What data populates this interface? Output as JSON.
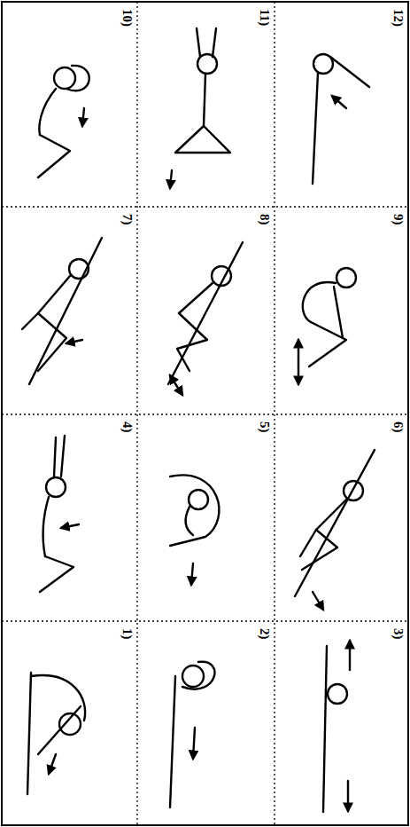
{
  "diagram": {
    "labels": [
      "1)",
      "2)",
      "3)",
      "4)",
      "5)",
      "6)",
      "7)",
      "8)",
      "9)",
      "10)",
      "11)",
      "12)"
    ]
  }
}
